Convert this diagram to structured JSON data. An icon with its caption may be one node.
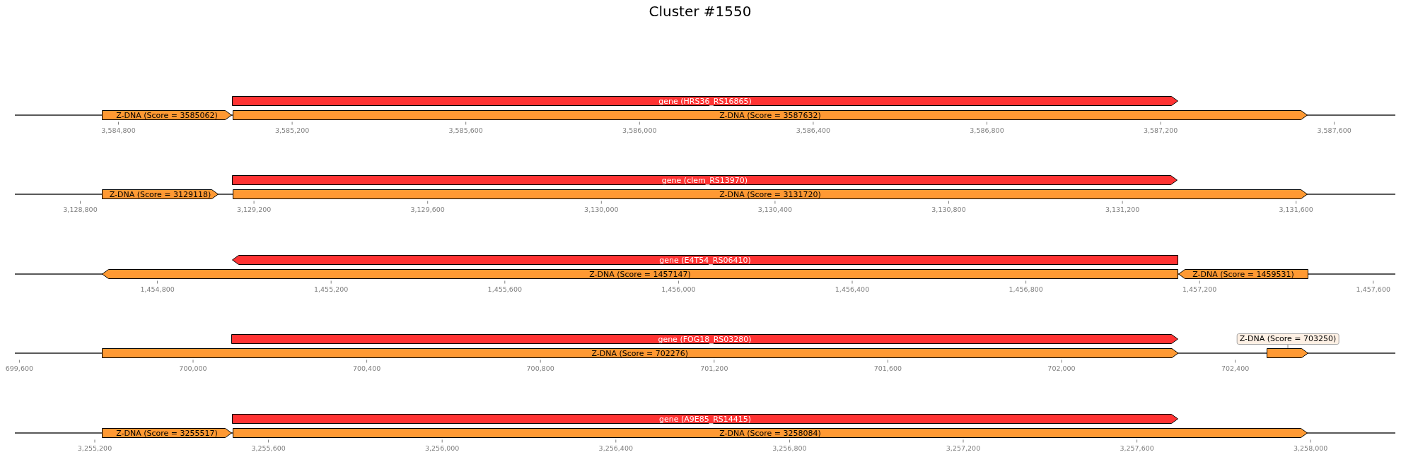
{
  "diagram": {
    "title": "Cluster #1550",
    "nodes": [
      {
        "text": [
          "gene (HRS36_RS16865)"
        ]
      },
      {
        "text": [
          "Z-DNA (Score = 3585062)"
        ]
      },
      {
        "text": [
          "Z-DNA (Score = 3587632)"
        ]
      },
      {
        "text": [
          "gene (clem_RS13970)"
        ]
      },
      {
        "text": [
          "Z-DNA (Score = 3129118)"
        ]
      },
      {
        "text": [
          "Z-DNA (Score = 3131720)"
        ]
      },
      {
        "text": [
          "gene (E4T54_RS06410)"
        ]
      },
      {
        "text": [
          "Z-DNA (Score = 1457147)"
        ]
      },
      {
        "text": [
          "Z-DNA (Score = 1459531)"
        ]
      },
      {
        "text": [
          "gene (FOG18_RS03280)"
        ]
      },
      {
        "text": [
          "Z-DNA (Score = 703250)"
        ]
      },
      {
        "text": [
          "Z-DNA (Score = 702276)"
        ]
      },
      {
        "text": [],
        "shape": "arrow"
      },
      {
        "text": [
          "gene (A9E85_RS14415)"
        ]
      },
      {
        "text": [
          "Z-DNA (Score = 3255517)"
        ]
      },
      {
        "text": [
          "Z-DNA (Score = 3258084)"
        ]
      }
    ],
    "edges": [
      {
        "from": 10,
        "to": 12,
        "arrow": "none"
      }
    ],
    "labels": [
      "3,584,800",
      "3,585,200",
      "3,585,600",
      "3,586,000",
      "3,586,400",
      "3,586,800",
      "3,587,200",
      "3,587,600",
      "3,128,800",
      "3,129,200",
      "3,129,600",
      "3,130,000",
      "3,130,400",
      "3,130,800",
      "3,131,200",
      "3,131,600",
      "1,454,800",
      "1,455,200",
      "1,455,600",
      "1,456,000",
      "1,456,400",
      "1,456,800",
      "1,457,200",
      "1,457,600",
      "699,600",
      "700,000",
      "700,400",
      "700,800",
      "701,200",
      "701,600",
      "702,000",
      "702,400",
      "3,255,200",
      "3,255,600",
      "3,256,000",
      "3,256,400",
      "3,256,800",
      "3,257,200",
      "3,257,600",
      "3,258,000"
    ]
  }
}
